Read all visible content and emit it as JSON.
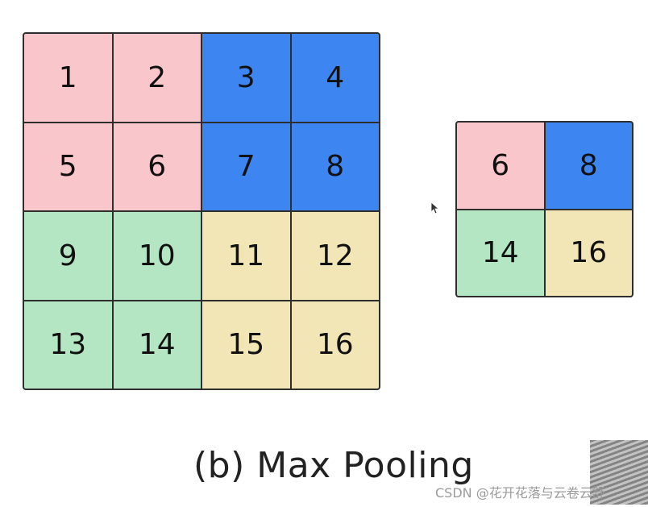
{
  "colors": {
    "pink": "#f9c6cb",
    "blue": "#3d85f0",
    "green": "#b5e6c3",
    "yellow": "#f2e6b6"
  },
  "input_grid": {
    "rows": [
      [
        {
          "value": "1",
          "color": "pink"
        },
        {
          "value": "2",
          "color": "pink"
        },
        {
          "value": "3",
          "color": "blue"
        },
        {
          "value": "4",
          "color": "blue"
        }
      ],
      [
        {
          "value": "5",
          "color": "pink"
        },
        {
          "value": "6",
          "color": "pink"
        },
        {
          "value": "7",
          "color": "blue"
        },
        {
          "value": "8",
          "color": "blue"
        }
      ],
      [
        {
          "value": "9",
          "color": "green"
        },
        {
          "value": "10",
          "color": "green"
        },
        {
          "value": "11",
          "color": "yellow"
        },
        {
          "value": "12",
          "color": "yellow"
        }
      ],
      [
        {
          "value": "13",
          "color": "green"
        },
        {
          "value": "14",
          "color": "green"
        },
        {
          "value": "15",
          "color": "yellow"
        },
        {
          "value": "16",
          "color": "yellow"
        }
      ]
    ]
  },
  "output_grid": {
    "rows": [
      [
        {
          "value": "6",
          "color": "pink"
        },
        {
          "value": "8",
          "color": "blue"
        }
      ],
      [
        {
          "value": "14",
          "color": "green"
        },
        {
          "value": "16",
          "color": "yellow"
        }
      ]
    ]
  },
  "caption": "(b) Max Pooling",
  "watermark": "CSDN @花开花落与云卷云舒",
  "icons": {
    "cursor": "mouse-pointer-icon",
    "thumbnail": "video-thumbnail"
  }
}
